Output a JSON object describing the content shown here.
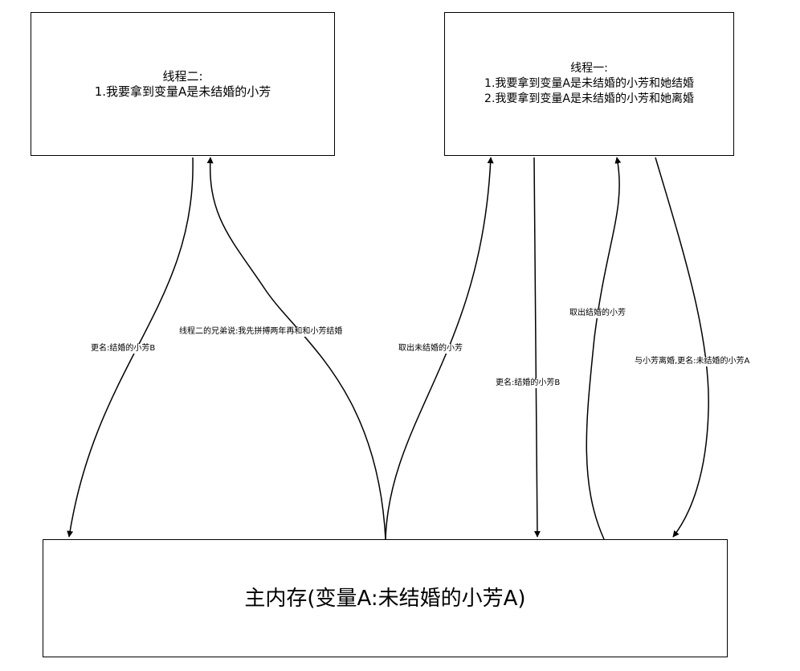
{
  "nodes": {
    "thread2": {
      "title": "线程二:",
      "lines": [
        "1.我要拿到变量A是未结婚的小芳"
      ]
    },
    "thread1": {
      "title": "线程一:",
      "lines": [
        "1.我要拿到变量A是未结婚的小芳和她结婚",
        "2.我要拿到变量A是未结婚的小芳和她离婚"
      ]
    },
    "main_memory": {
      "title": "主内存(变量A:未结婚的小芳A)"
    }
  },
  "edges": [
    {
      "from": "thread2",
      "to": "main_memory",
      "label": "更名:结婚的小芳B"
    },
    {
      "from": "main_memory",
      "to": "thread2",
      "label": "线程二的兄弟说:我先拼搏两年再和和小芳结婚"
    },
    {
      "from": "main_memory",
      "to": "thread1",
      "label": "取出未结婚的小芳"
    },
    {
      "from": "thread1",
      "to": "main_memory",
      "label": "更名:结婚的小芳B"
    },
    {
      "from": "main_memory",
      "to": "thread1",
      "label": "取出结婚的小芳"
    },
    {
      "from": "thread1",
      "to": "main_memory",
      "label": "与小芳离婚,更名:未结婚的小芳A"
    }
  ],
  "colors": {
    "stroke": "#000000",
    "background": "#ffffff"
  }
}
